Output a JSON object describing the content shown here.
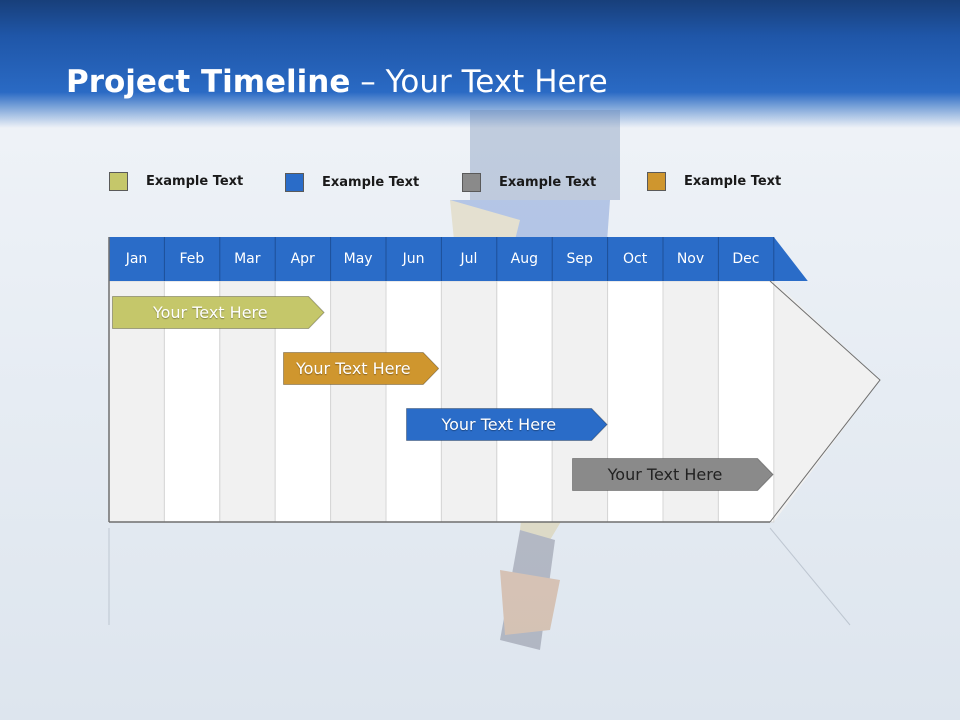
{
  "header": {
    "title_main": "Project Timeline",
    "title_separator": " – ",
    "title_rest": "Your Text Here"
  },
  "legend": [
    {
      "label": "Example Text",
      "color": "#c5c76a"
    },
    {
      "label": "Example Text",
      "color": "#2a6cc8"
    },
    {
      "label": "Example Text",
      "color": "#8a8a8a"
    },
    {
      "label": "Example Text",
      "color": "#cf962e"
    }
  ],
  "timeline": {
    "header_color": "#2a6cc8",
    "months": [
      "Jan",
      "Feb",
      "Mar",
      "Apr",
      "May",
      "Jun",
      "Jul",
      "Aug",
      "Sep",
      "Oct",
      "Nov",
      "Dec"
    ],
    "tasks": [
      {
        "label": "Your  Text Here",
        "color": "#c5c76a",
        "start_month": "Jan",
        "end_month": "Apr"
      },
      {
        "label": "Your  Text Here",
        "color": "#cf962e",
        "start_month": "Apr",
        "end_month": "Jun"
      },
      {
        "label": "Your  Text Here",
        "color": "#2a6cc8",
        "start_month": "Jun",
        "end_month": "Sep"
      },
      {
        "label": "Your  Text Here",
        "color": "#8a8a8a",
        "start_month": "Sep",
        "end_month": "Dec"
      }
    ]
  }
}
